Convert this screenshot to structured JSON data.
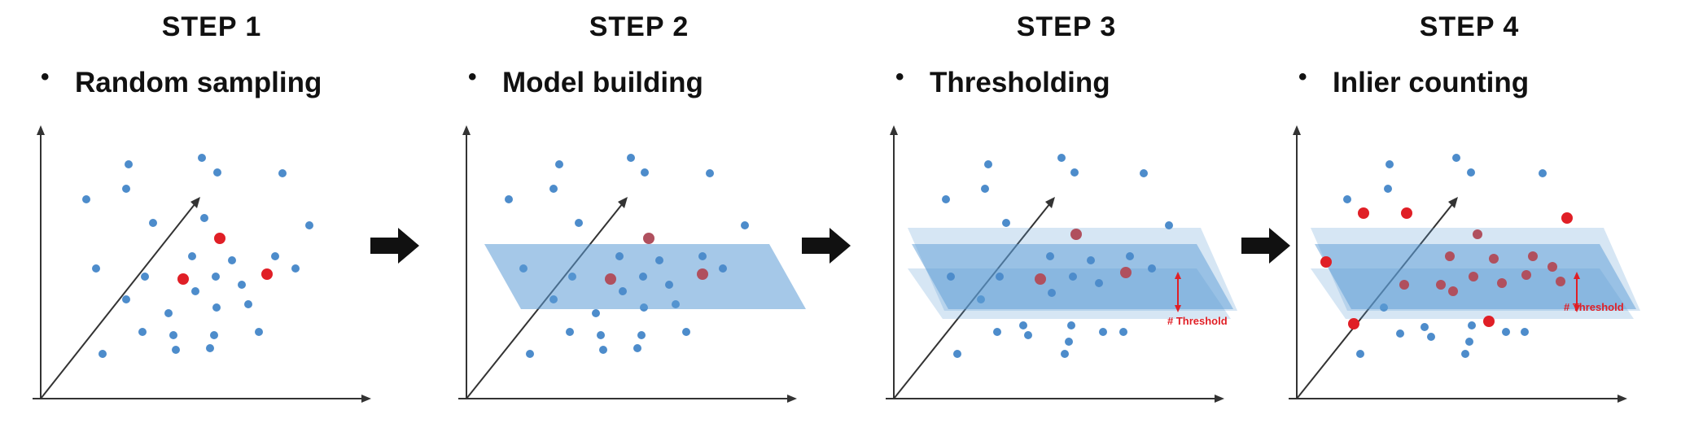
{
  "steps": [
    {
      "title": "STEP 1",
      "subtitle": "Random sampling"
    },
    {
      "title": "STEP 2",
      "subtitle": "Model building"
    },
    {
      "title": "STEP 3",
      "subtitle": "Thresholding",
      "threshold_label": "# Threshold"
    },
    {
      "title": "STEP 4",
      "subtitle": "Inlier counting",
      "threshold_label": "# Threshold"
    }
  ],
  "bullet": "•",
  "colors": {
    "point": "#4d8ccb",
    "sample": "#e01f26",
    "plane": "#5b9bd5",
    "axis": "#333333",
    "threshold": "#e01f26"
  },
  "icons": [
    "next-step-arrow-icon"
  ]
}
